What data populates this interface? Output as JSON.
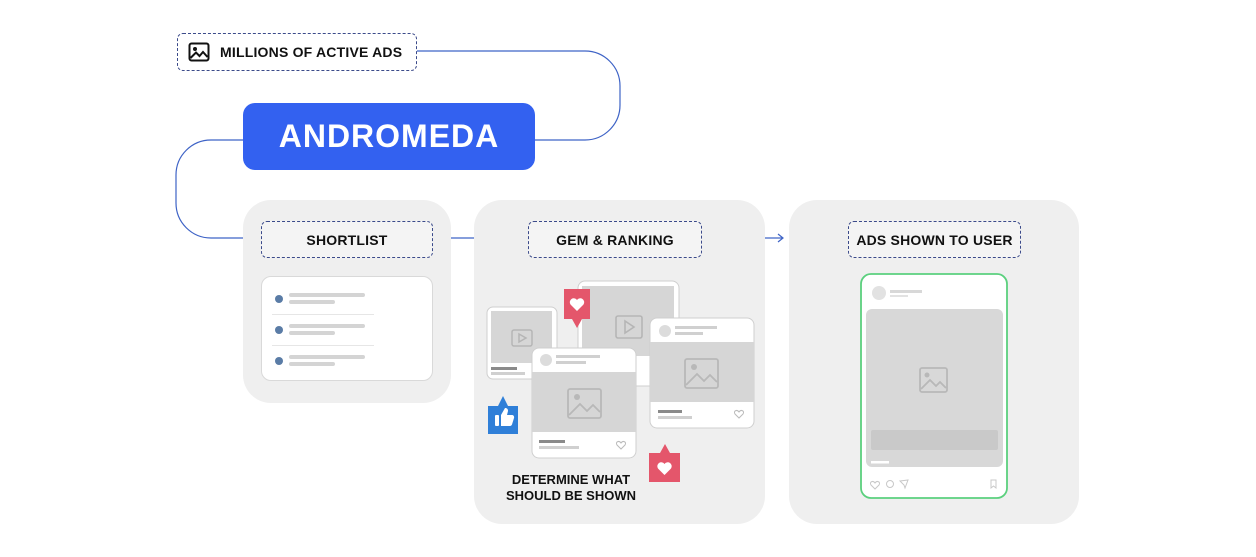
{
  "source": {
    "label": "MILLIONS OF ACTIVE ADS",
    "icon": "image-icon"
  },
  "engine": {
    "label": "ANDROMEDA",
    "color": "#3361f0"
  },
  "stages": [
    {
      "label": "SHORTLIST"
    },
    {
      "label": "GEM & RANKING",
      "caption_line1": "DETERMINE WHAT",
      "caption_line2": "SHOULD BE SHOWN"
    },
    {
      "label": "ADS SHOWN TO USER"
    }
  ],
  "colors": {
    "connector": "#3e63c6",
    "like": "#2f7fd8",
    "heart": "#e4566b",
    "highlight": "#5bd07e"
  },
  "icons": [
    "image-icon",
    "video-icon",
    "heart-icon",
    "thumbs-up-icon"
  ]
}
